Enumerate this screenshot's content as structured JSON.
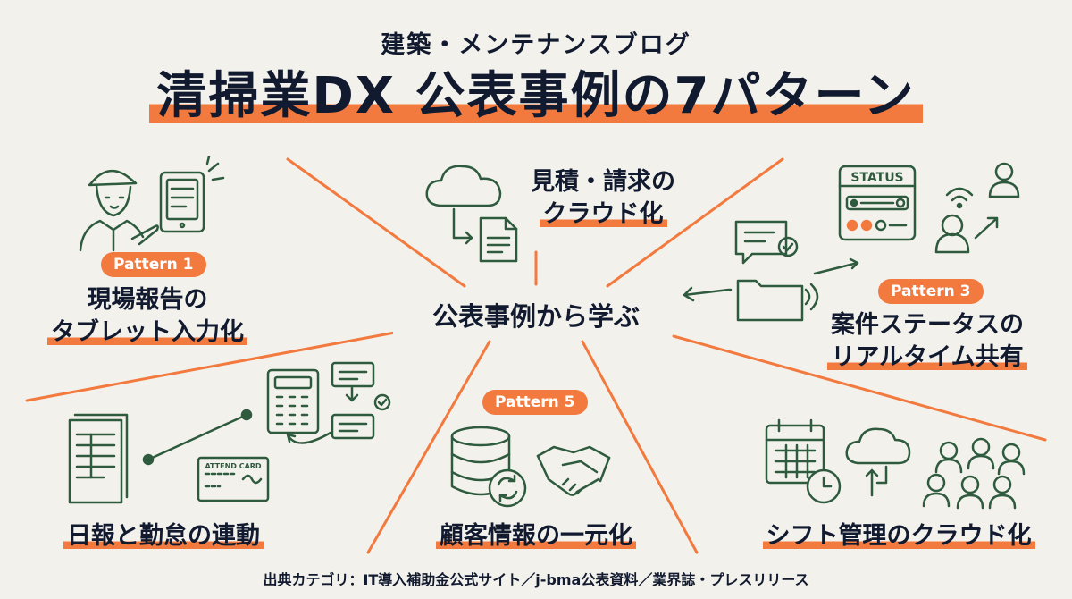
{
  "header": {
    "subtitle": "建築・メンテナンスブログ",
    "title": "清掃業DX 公表事例の7パターン"
  },
  "center": {
    "label": "公表事例から学ぶ"
  },
  "patterns": {
    "tablet": {
      "badge": "Pattern 1",
      "line1": "現場報告の",
      "line2": "タブレット入力化"
    },
    "estimate": {
      "line1": "見積・請求の",
      "line2": "クラウド化"
    },
    "status": {
      "badge": "Pattern 3",
      "line1": "案件ステータスの",
      "line2": "リアルタイム共有",
      "panel_text": "STATUS"
    },
    "attendance": {
      "label": "日報と勤怠の連動",
      "card_text": "ATTEND CARD"
    },
    "customer": {
      "badge": "Pattern 5",
      "label": "顧客情報の一元化"
    },
    "shift": {
      "label": "シフト管理のクラウド化"
    }
  },
  "footer": {
    "source": "出典カテゴリ：IT導入補助金公式サイト／j-bma公表資料／業界誌・プレスリリース"
  },
  "colors": {
    "accent": "#f27a3f",
    "icon": "#2e5a3e",
    "text": "#111a2e",
    "background": "#f3f1ec"
  },
  "icons": [
    "worker-icon",
    "tablet-icon",
    "cloud-document-icon",
    "status-panel-icon",
    "users-wifi-icon",
    "chat-folder-icon",
    "report-icon",
    "attend-card-icon",
    "calculator-flow-icon",
    "database-sync-icon",
    "handshake-icon",
    "calendar-clock-icon",
    "cloud-upload-icon",
    "team-icon"
  ]
}
